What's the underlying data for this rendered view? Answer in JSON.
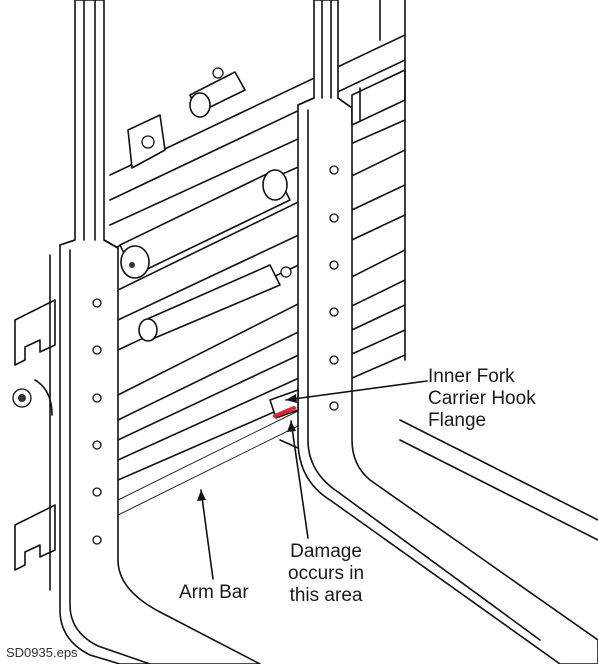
{
  "labels": {
    "hook_flange": [
      "Inner Fork",
      "Carrier Hook",
      "Flange"
    ],
    "damage": [
      "Damage",
      "occurs in",
      "this area"
    ],
    "arm_bar": "Arm Bar",
    "file_name": "SD0935.eps"
  },
  "colors": {
    "line": "#111111",
    "damage_highlight": "#e0262e",
    "background": "#ffffff"
  }
}
